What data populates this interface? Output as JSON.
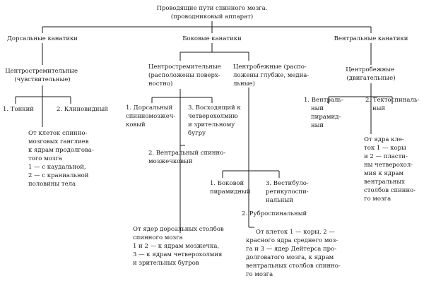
{
  "title": {
    "line1": "Проводящие пути спинного мозга.",
    "line2": "(проводниковый аппарат)"
  },
  "columns": {
    "dorsal": "Дорсальные канатики",
    "lateral": "Боковые канатики",
    "ventral": "Вентральные канатики"
  },
  "dorsal": {
    "group": [
      "Центростремительные",
      "(чувствительные)"
    ],
    "tract1": "1. Тонкий",
    "tract2": "2. Клиновидный",
    "origin": [
      "От клеток спинно-",
      "мозговых ганглиев",
      "к ядрам продолговa-",
      "того мозга",
      "1 — с каудальной,",
      "2 — с краниальной",
      "половины тела"
    ]
  },
  "lateral": {
    "centripetal": [
      "Центростремительные",
      "(расположены поверх-",
      "ностно)"
    ],
    "centrifugal": [
      "Центробежные (распо-",
      "ложены глубже, медиа-",
      "льные)"
    ],
    "tract1": [
      "1. Дорсальный",
      "спинномозжеч-",
      "ковый"
    ],
    "tract3": [
      "3. Восходящий к",
      "четверохолмию",
      "и зрительному",
      "бугру"
    ],
    "tract2": [
      "2. Вентральный спинно-",
      "мозжечковый"
    ],
    "origin_centripetal": [
      "От ядер дорсальных столбов",
      "спинного мозга",
      "1 и 2 — к ядрам мозжечка,",
      "3 — к ядрам четверохолмия",
      "и зрительных бугров"
    ],
    "eff1": [
      "1. Боковой",
      "пирамидный"
    ],
    "eff3": [
      "3. Вестибуло-",
      "ретикулоспи-",
      "нальный"
    ],
    "eff2": "2. Руброспинальный",
    "origin_centrifugal": [
      "От клеток 1 — коры, 2 —",
      "красного ядра среднего моз-",
      "га и 3 — ядер Дейтерса про-",
      "долговатого мозга, к ядрам",
      "вентральных столбов спинно-",
      "го мозга"
    ]
  },
  "ventral": {
    "group": [
      "Центробежные",
      "(двигательные)"
    ],
    "tract1": [
      "1. Вентраль-",
      "ный",
      "пирамид-",
      "ный"
    ],
    "tract2": [
      "2. Тектоспиналь-",
      "ный"
    ],
    "origin": [
      "От ядра кле-",
      "ток 1 — коры",
      "и 2 — пласти-",
      "ны четверохол-",
      "мия к ядрам",
      "вентральных",
      "столбов спинно-",
      "го мозга"
    ]
  }
}
